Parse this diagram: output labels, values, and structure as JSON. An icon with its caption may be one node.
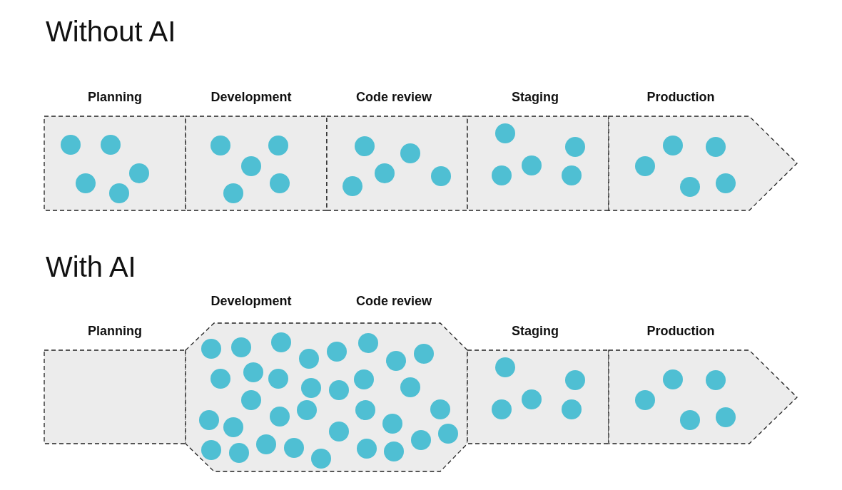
{
  "diagram": {
    "nodes": [
      {
        "text": [
          "Planning"
        ]
      },
      {
        "text": [
          "Development"
        ]
      },
      {
        "text": [
          "Code review"
        ]
      },
      {
        "text": [
          "Staging"
        ]
      },
      {
        "text": [
          "Production"
        ]
      },
      {
        "text": [
          "Planning"
        ]
      },
      {
        "text": [
          "Development",
          "Code review"
        ]
      },
      {
        "text": [
          "Staging"
        ]
      },
      {
        "text": [
          "Production"
        ]
      }
    ],
    "edges": [],
    "labels": [
      "Without AI",
      "With AI"
    ]
  }
}
